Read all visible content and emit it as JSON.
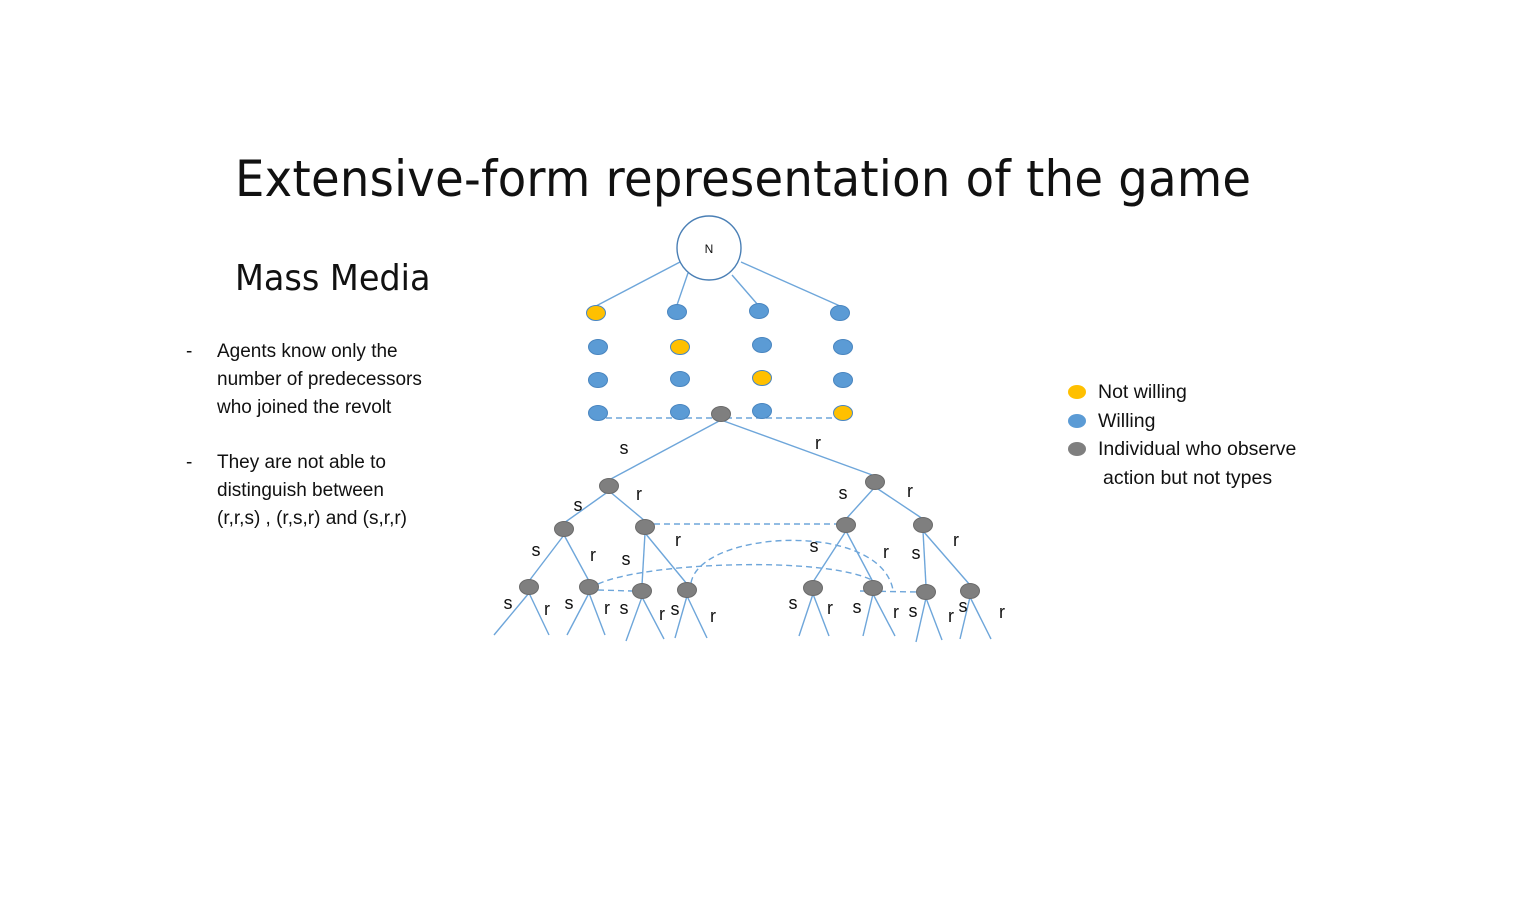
{
  "title": "Extensive-form representation of the game",
  "subtitle": "Mass Media",
  "bullets": [
    {
      "dash": "-",
      "lines": [
        "Agents know only the",
        "number of predecessors",
        "who joined the revolt"
      ]
    },
    {
      "dash": "-",
      "lines": [
        "They are not able to",
        "distinguish between",
        "(r,r,s) , (r,s,r) and (s,r,r)"
      ]
    }
  ],
  "legend": [
    {
      "key": "not_willing",
      "label": "Not willing",
      "color": "#FFC000"
    },
    {
      "key": "willing",
      "label": "Willing",
      "color": "#5B9BD5"
    },
    {
      "key": "observer",
      "label": "Individual who observe",
      "label_line2": "action but not types",
      "color": "#7F7F7F"
    }
  ],
  "diagram": {
    "root_label": "N",
    "colors": {
      "not_willing": "#FFC000",
      "willing": "#5B9BD5",
      "observer": "#7F7F7F",
      "edge": "#6EA6DA",
      "node_stroke": "#4A86C0",
      "root_stroke": "#4A7FB5"
    },
    "type_columns": [
      [
        "not_willing",
        "willing",
        "willing",
        "willing"
      ],
      [
        "willing",
        "not_willing",
        "willing",
        "willing"
      ],
      [
        "willing",
        "willing",
        "not_willing",
        "willing"
      ],
      [
        "willing",
        "willing",
        "willing",
        "not_willing"
      ]
    ],
    "action_labels": {
      "stay": "s",
      "revolt": "r"
    }
  }
}
